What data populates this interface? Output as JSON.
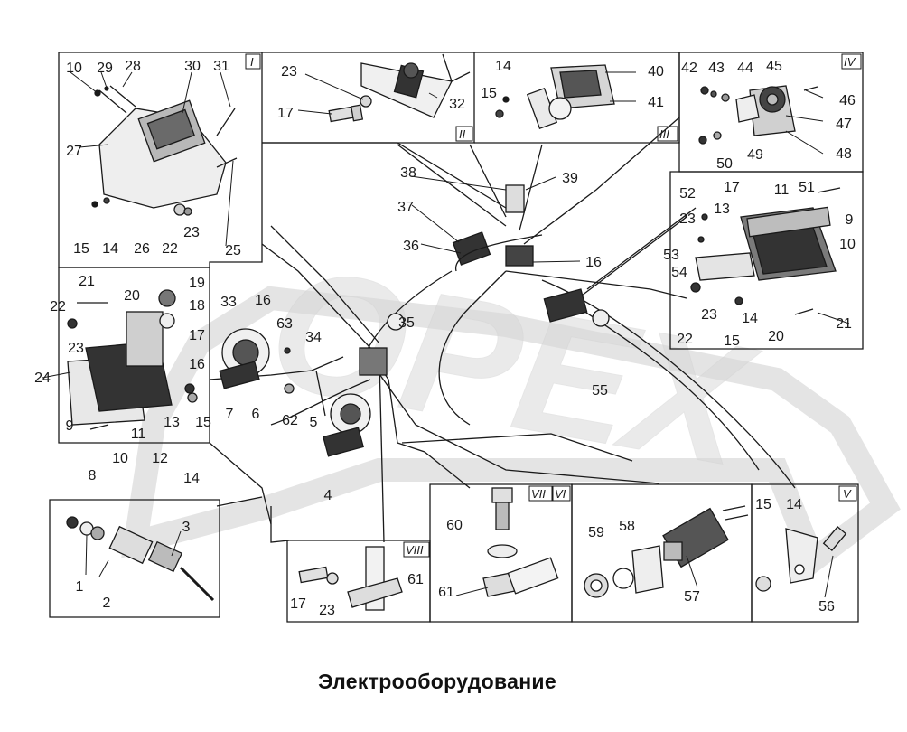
{
  "title": "Электрооборудование",
  "watermark": "OPEX",
  "colors": {
    "ink": "#1a1a1a",
    "watermark": "#d9d9d9",
    "part_fill": "#e6e6e6",
    "part_dark": "#4a4a4a"
  },
  "panels": [
    {
      "id": "I",
      "label": "I"
    },
    {
      "id": "II",
      "label": "II"
    },
    {
      "id": "III",
      "label": "III"
    },
    {
      "id": "IV",
      "label": "IV"
    },
    {
      "id": "V",
      "label": "V"
    },
    {
      "id": "VI",
      "label": "VI"
    },
    {
      "id": "VII",
      "label": "VII"
    },
    {
      "id": "VIII",
      "label": "VIII"
    }
  ],
  "callouts": [
    "10",
    "29",
    "28",
    "30",
    "31",
    "27",
    "15",
    "14",
    "26",
    "22",
    "23",
    "25",
    "23",
    "17",
    "32",
    "14",
    "15",
    "40",
    "41",
    "42",
    "43",
    "44",
    "45",
    "46",
    "47",
    "49",
    "50",
    "48",
    "38",
    "39",
    "37",
    "36",
    "16",
    "52",
    "17",
    "11",
    "51",
    "9",
    "23",
    "13",
    "10",
    "53",
    "54",
    "22",
    "23",
    "14",
    "15",
    "20",
    "21",
    "21",
    "20",
    "22",
    "19",
    "18",
    "23",
    "17",
    "24",
    "16",
    "15",
    "9",
    "11",
    "13",
    "10",
    "12",
    "14",
    "33",
    "16",
    "63",
    "34",
    "62",
    "35",
    "5",
    "7",
    "6",
    "8",
    "4",
    "55",
    "1",
    "2",
    "3",
    "17",
    "23",
    "61",
    "60",
    "61",
    "59",
    "58",
    "57",
    "15",
    "14",
    "56"
  ]
}
